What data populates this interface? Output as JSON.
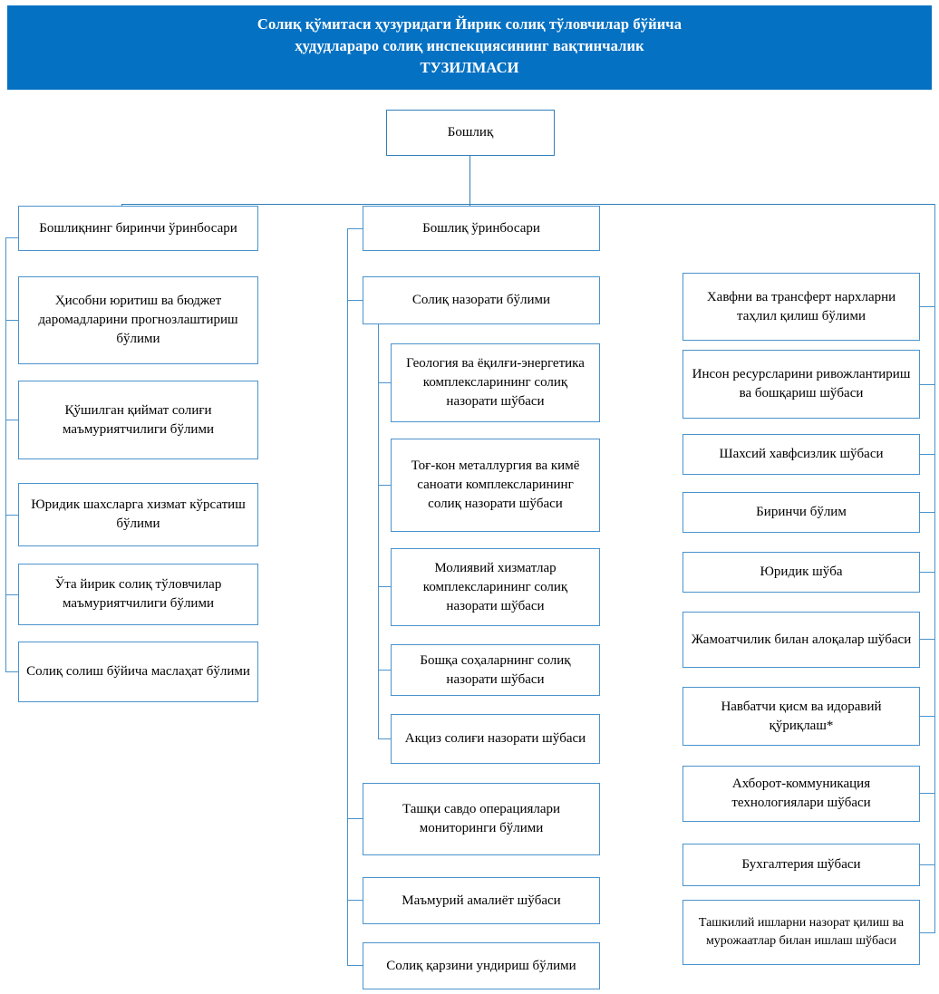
{
  "header": {
    "title_lines": [
      "Солиқ қўмитаси ҳузуридаги Йирик солиқ тўловчилар бўйича",
      "ҳудудлараро солиқ инспекциясининг вақтинчалик",
      "ТУЗИЛМАСИ"
    ],
    "background_color": "#0571C3",
    "text_color": "#FFFFFF"
  },
  "colors": {
    "box_border": "#4A93CD",
    "connector": "#4A93CD",
    "root_border": "#2E7EB8",
    "box_fill": "#FFFFFF",
    "text": "#000000"
  },
  "chart": {
    "type": "org-chart",
    "root": {
      "label": "Бошлиқ"
    },
    "branches": [
      {
        "id": "left",
        "head": {
          "label": "Бошлиқнинг биринчи ўринбосари"
        },
        "children": [
          {
            "label": "Ҳисобни юритиш ва бюджет даромадларини прогнозлаштириш бўлими"
          },
          {
            "label": "Қўшилган қиймат солиғи маъмуриятчилиги бўлими"
          },
          {
            "label": "Юридик шахсларга хизмат кўрсатиш бўлими"
          },
          {
            "label": "Ўта йирик солиқ тўловчилар маъмуриятчилиги бўлими"
          },
          {
            "label": "Солиқ солиш бўйича маслаҳат бўлими"
          }
        ]
      },
      {
        "id": "middle",
        "head": {
          "label": "Бошлиқ ўринбосари"
        },
        "children": [
          {
            "label": "Солиқ назорати бўлими",
            "children": [
              {
                "label": "Геология ва ёқилғи-энергетика комплексларининг солиқ назорати шўбаси"
              },
              {
                "label": "Тоғ-кон металлургия ва кимё саноати комплексларининг солиқ назорати шўбаси"
              },
              {
                "label": "Молиявий хизматлар комплексларининг солиқ назорати шўбаси"
              },
              {
                "label": "Бошқа соҳаларнинг солиқ назорати шўбаси"
              },
              {
                "label": "Акциз солиғи назорати шўбаси"
              }
            ]
          },
          {
            "label": "Ташқи савдо операциялари мониторинги бўлими"
          },
          {
            "label": "Маъмурий амалиёт шўбаси"
          },
          {
            "label": "Солиқ қарзини ундириш бўлими"
          }
        ]
      },
      {
        "id": "right",
        "head": null,
        "children": [
          {
            "label": "Хавфни ва трансферт нархларни таҳлил қилиш бўлими"
          },
          {
            "label": "Инсон ресурсларини ривожлантириш ва бошқариш шўбаси"
          },
          {
            "label": "Шахсий хавфсизлик шўбаси"
          },
          {
            "label": "Биринчи бўлим"
          },
          {
            "label": "Юридик шўба"
          },
          {
            "label": "Жамоатчилик билан алоқалар шўбаси"
          },
          {
            "label": "Навбатчи қисм ва идоравий қўриқлаш*"
          },
          {
            "label": "Ахборот-коммуникация технологиялари шўбаси"
          },
          {
            "label": "Бухгалтерия шўбаси"
          },
          {
            "label": "Ташкилий ишларни назорат қилиш ва мурожаатлар билан ишлаш шўбаси"
          }
        ]
      }
    ]
  }
}
